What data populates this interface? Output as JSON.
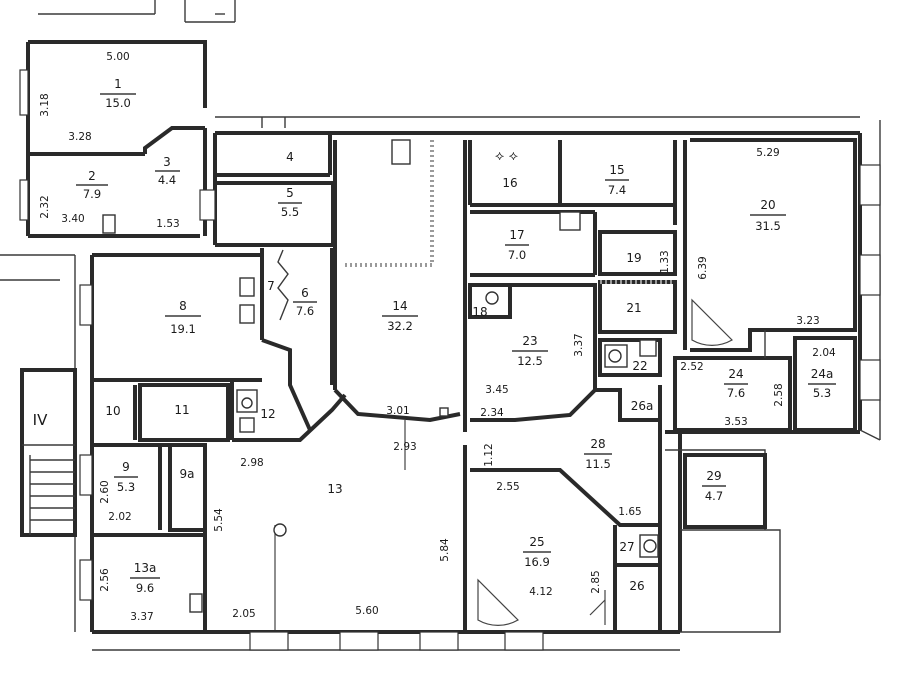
{
  "section": "IV",
  "rooms": [
    {
      "id": "1",
      "area": "15.0"
    },
    {
      "id": "2",
      "area": "7.9"
    },
    {
      "id": "3",
      "area": "4.4"
    },
    {
      "id": "4",
      "area": ""
    },
    {
      "id": "5",
      "area": "5.5"
    },
    {
      "id": "6",
      "area": "7.6"
    },
    {
      "id": "7",
      "area": ""
    },
    {
      "id": "8",
      "area": "19.1"
    },
    {
      "id": "9",
      "area": "5.3"
    },
    {
      "id": "9a",
      "area": ""
    },
    {
      "id": "10",
      "area": ""
    },
    {
      "id": "11",
      "area": ""
    },
    {
      "id": "12",
      "area": ""
    },
    {
      "id": "13",
      "area": ""
    },
    {
      "id": "13a",
      "area": "9.6"
    },
    {
      "id": "14",
      "area": "32.2"
    },
    {
      "id": "15",
      "area": "7.4"
    },
    {
      "id": "16",
      "area": ""
    },
    {
      "id": "17",
      "area": "7.0"
    },
    {
      "id": "18",
      "area": ""
    },
    {
      "id": "19",
      "area": ""
    },
    {
      "id": "20",
      "area": "31.5"
    },
    {
      "id": "21",
      "area": ""
    },
    {
      "id": "22",
      "area": ""
    },
    {
      "id": "23",
      "area": "12.5"
    },
    {
      "id": "24",
      "area": "7.6"
    },
    {
      "id": "24a",
      "area": "5.3"
    },
    {
      "id": "25",
      "area": "16.9"
    },
    {
      "id": "26",
      "area": ""
    },
    {
      "id": "26a",
      "area": ""
    },
    {
      "id": "27",
      "area": ""
    },
    {
      "id": "28",
      "area": "11.5"
    },
    {
      "id": "29",
      "area": "4.7"
    }
  ],
  "dimensions": [
    "5.00",
    "3.18",
    "3.28",
    "2.32",
    "3.40",
    "1.53",
    "2.60",
    "2.02",
    "2.56",
    "3.37",
    "2.98",
    "5.54",
    "2.05",
    "5.60",
    "5.84",
    "2.93",
    "3.01",
    "3.45",
    "2.34",
    "3.37",
    "1.12",
    "2.55",
    "1.65",
    "4.12",
    "2.85",
    "5.29",
    "6.39",
    "1.33",
    "3.23",
    "2.04",
    "2.52",
    "2.58",
    "3.53"
  ]
}
